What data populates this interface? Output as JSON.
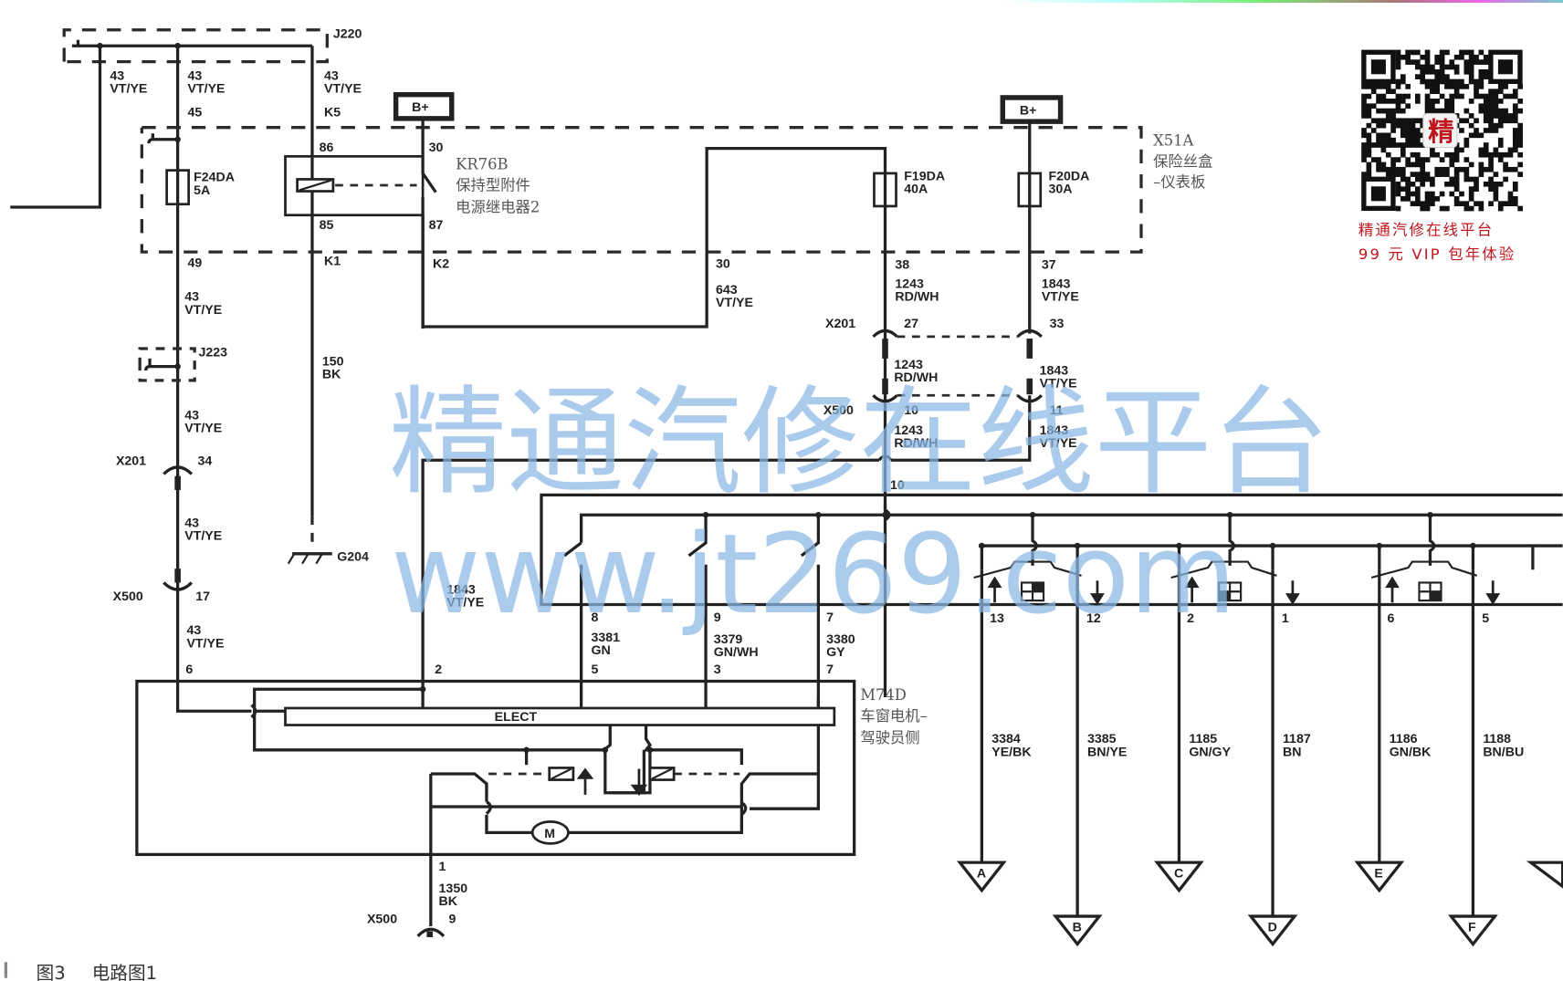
{
  "figure": {
    "caption_num": "图3",
    "caption_title": "电路图1"
  },
  "watermark": {
    "text_cn": "精通汽修在线平台",
    "text_url": "www.jt269.com",
    "color": "#8ab8e6"
  },
  "promo": {
    "qr_center_char": "精",
    "line1": "精通汽修在线平台",
    "line2": "99 元 VIP 包年体验",
    "color": "#c0141c"
  },
  "components": {
    "j220": "J220",
    "j223": "J223",
    "x51a": {
      "id": "X51A",
      "name_l1": "保险丝盒",
      "name_l2": "–仪表板"
    },
    "kr76b": {
      "id": "KR76B",
      "name_l1": "保持型附件",
      "name_l2": "电源继电器2"
    },
    "m74d": {
      "id": "M74D",
      "name_l1": "车窗电机–",
      "name_l2": "驾驶员侧",
      "module": "ELECT",
      "motor": "M"
    },
    "g204": "G204",
    "bplus_left": "B+",
    "bplus_right": "B+",
    "fuses": [
      {
        "id": "F24DA",
        "rating": "5A"
      },
      {
        "id": "F19DA",
        "rating": "40A"
      },
      {
        "id": "F20DA",
        "rating": "30A"
      }
    ]
  },
  "labels": {
    "w43": "43",
    "vtye": "VT/YE",
    "p45": "45",
    "k5": "K5",
    "p86": "86",
    "p30r": "30",
    "p85": "85",
    "p87": "87",
    "p49": "49",
    "k1": "K1",
    "k2": "K2",
    "w150": "150",
    "bk": "BK",
    "x201": "X201",
    "x500": "X500",
    "p34": "34",
    "p17": "17",
    "p6": "6",
    "p30": "30",
    "w643": "643",
    "p38": "38",
    "p37": "37",
    "w1243": "1243",
    "rdwh": "RD/WH",
    "w1843": "1843",
    "p27": "27",
    "p33": "33",
    "p10": "10",
    "p11": "11",
    "p10b": "10",
    "p2": "2",
    "p8": "8",
    "p9": "9",
    "p7": "7",
    "p5": "5",
    "p3": "3",
    "p7b": "7",
    "w3381": "3381",
    "gn": "GN",
    "w3379": "3379",
    "gnwh": "GN/WH",
    "w3380": "3380",
    "gy": "GY",
    "p1": "1",
    "w1350": "1350",
    "p9b": "9"
  },
  "switch_pins": [
    "13",
    "12",
    "2",
    "1",
    "6",
    "5"
  ],
  "outputs": [
    {
      "wire": "3384",
      "color": "YE/BK",
      "ref": "A"
    },
    {
      "wire": "3385",
      "color": "BN/YE",
      "ref": "B"
    },
    {
      "wire": "1185",
      "color": "GN/GY",
      "ref": "C"
    },
    {
      "wire": "1187",
      "color": "BN",
      "ref": "D"
    },
    {
      "wire": "1186",
      "color": "GN/BK",
      "ref": "E"
    },
    {
      "wire": "1188",
      "color": "BN/BU",
      "ref": "F"
    }
  ]
}
